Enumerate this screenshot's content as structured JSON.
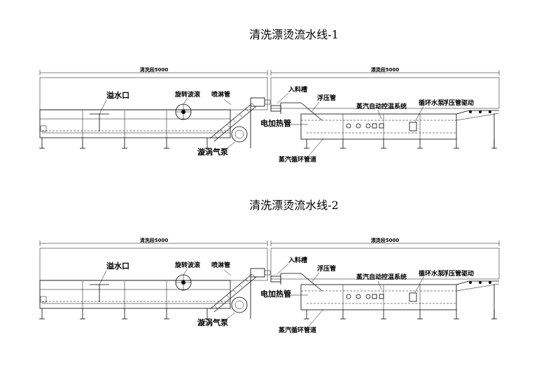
{
  "lines": [
    {
      "title": "清洗漂烫流水线-1",
      "left_dim": "清洗段5000",
      "right_dim": "漂烫段5000",
      "labels": {
        "overflow": "溢水口",
        "rotary": "旋转波滚",
        "spray": "喷淋管",
        "vortex_pump": "漩涡气泵",
        "feed_tank": "入料槽",
        "float_pipe": "浮压管",
        "steam_control": "蒸汽自动控温系统",
        "circ_pump": "循环水泵",
        "float_drive": "浮压管驱动",
        "heater": "电加热管",
        "steam_pipe": "蒸汽循环管道"
      }
    },
    {
      "title": "清洗漂烫流水线-2",
      "left_dim": "清洗段5000",
      "right_dim": "漂烫段5000",
      "labels": {
        "overflow": "溢水口",
        "rotary": "旋转波滚",
        "spray": "喷淋管",
        "vortex_pump": "漩涡气泵",
        "feed_tank": "入料槽",
        "float_pipe": "浮压管",
        "steam_control": "蒸汽自动控温系统",
        "circ_pump": "循环水泵",
        "float_drive": "浮压管驱动",
        "heater": "电加热管",
        "steam_pipe": "蒸汽循环管道"
      }
    }
  ]
}
